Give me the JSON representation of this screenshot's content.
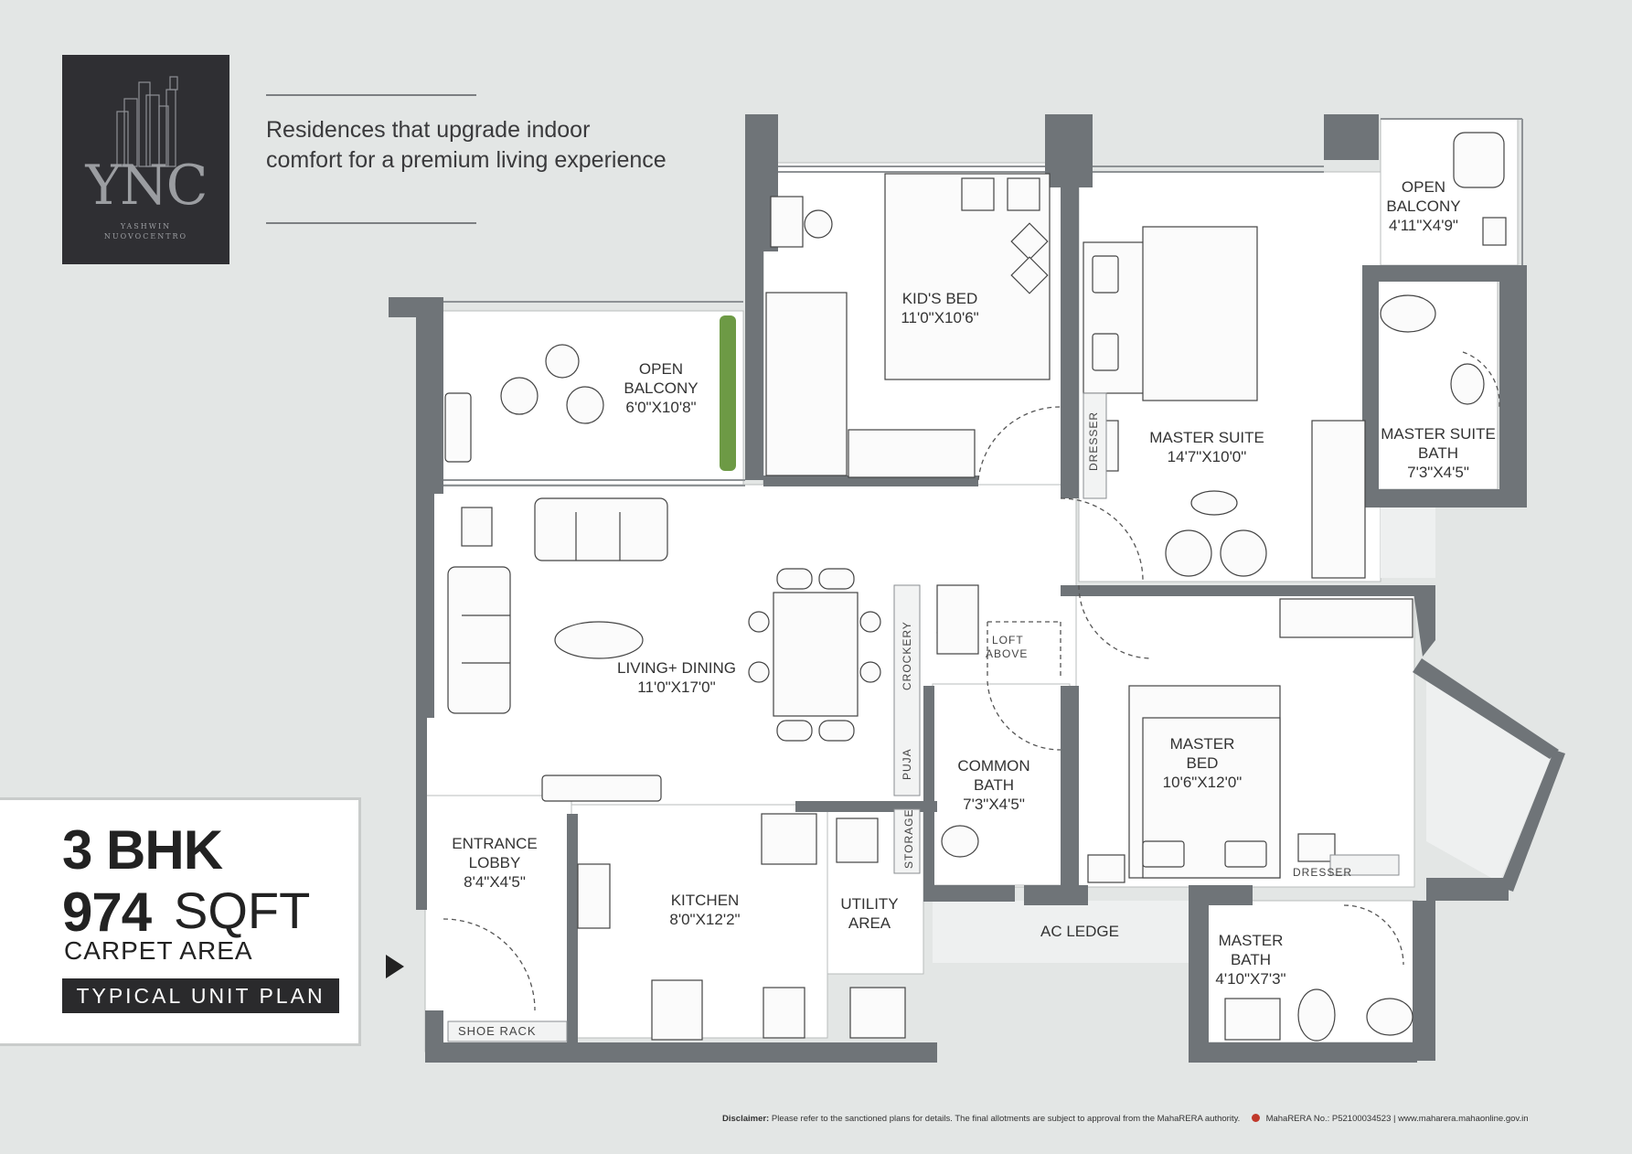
{
  "brand": {
    "letters": "YNC",
    "line1": "YASHWIN",
    "line2": "NUOVOCENTRO"
  },
  "tagline": "Residences that upgrade indoor comfort for a premium living experience",
  "unit": {
    "type": "3 BHK",
    "area_value": "974",
    "area_unit": "SQFT",
    "area_label": "CARPET AREA",
    "badge": "TYPICAL UNIT PLAN"
  },
  "rooms": {
    "kids_bed": {
      "name": "KID'S BED",
      "size": "11'0\"X10'6\""
    },
    "balcony_left": {
      "name1": "OPEN",
      "name2": "BALCONY",
      "size": "6'0\"X10'8\""
    },
    "balcony_right": {
      "name1": "OPEN",
      "name2": "BALCONY",
      "size": "4'11\"X4'9\""
    },
    "master_suite": {
      "name": "MASTER SUITE",
      "size": "14'7\"X10'0\""
    },
    "master_suite_bath": {
      "name1": "MASTER  SUITE",
      "name2": "BATH",
      "size": "7'3\"X4'5\""
    },
    "living": {
      "name": "LIVING+ DINING",
      "size": "11'0\"X17'0\""
    },
    "common_bath": {
      "name1": "COMMON",
      "name2": "BATH",
      "size": "7'3\"X4'5\""
    },
    "master_bed": {
      "name1": "MASTER",
      "name2": "BED",
      "size": "10'6\"X12'0\""
    },
    "entrance": {
      "name1": "ENTRANCE",
      "name2": "LOBBY",
      "size": "8'4\"X4'5\""
    },
    "kitchen": {
      "name": "KITCHEN",
      "size": "8'0\"X12'2\""
    },
    "utility": {
      "name1": "UTILITY",
      "name2": "AREA"
    },
    "ac_ledge": "AC LEDGE",
    "master_bath": {
      "name1": "MASTER",
      "name2": "BATH",
      "size": "4'10\"X7'3\""
    }
  },
  "fixtures": {
    "dresser": "DRESSER",
    "crockery": "CROCKERY",
    "puja": "PUJA",
    "storage": "STORAGE",
    "loft1": "LOFT",
    "loft2": "ABOVE",
    "shoe_rack": "SHOE RACK"
  },
  "footer": {
    "disclaimer_label": "Disclaimer:",
    "disclaimer_text": "Please refer to the sanctioned plans for details. The final  allotments are subject to approval from the MahaRERA authority.",
    "rera": "MahaRERA No.: P52100034523 | www.maharera.mahaonline.gov.in"
  },
  "colors": {
    "background": "#e3e6e5",
    "wall": "#6f7478",
    "floor": "#ffffff",
    "wet_area": "#f0f1f1",
    "logo_bg": "#2f2f33",
    "badge_bg": "#2a2a2c"
  }
}
